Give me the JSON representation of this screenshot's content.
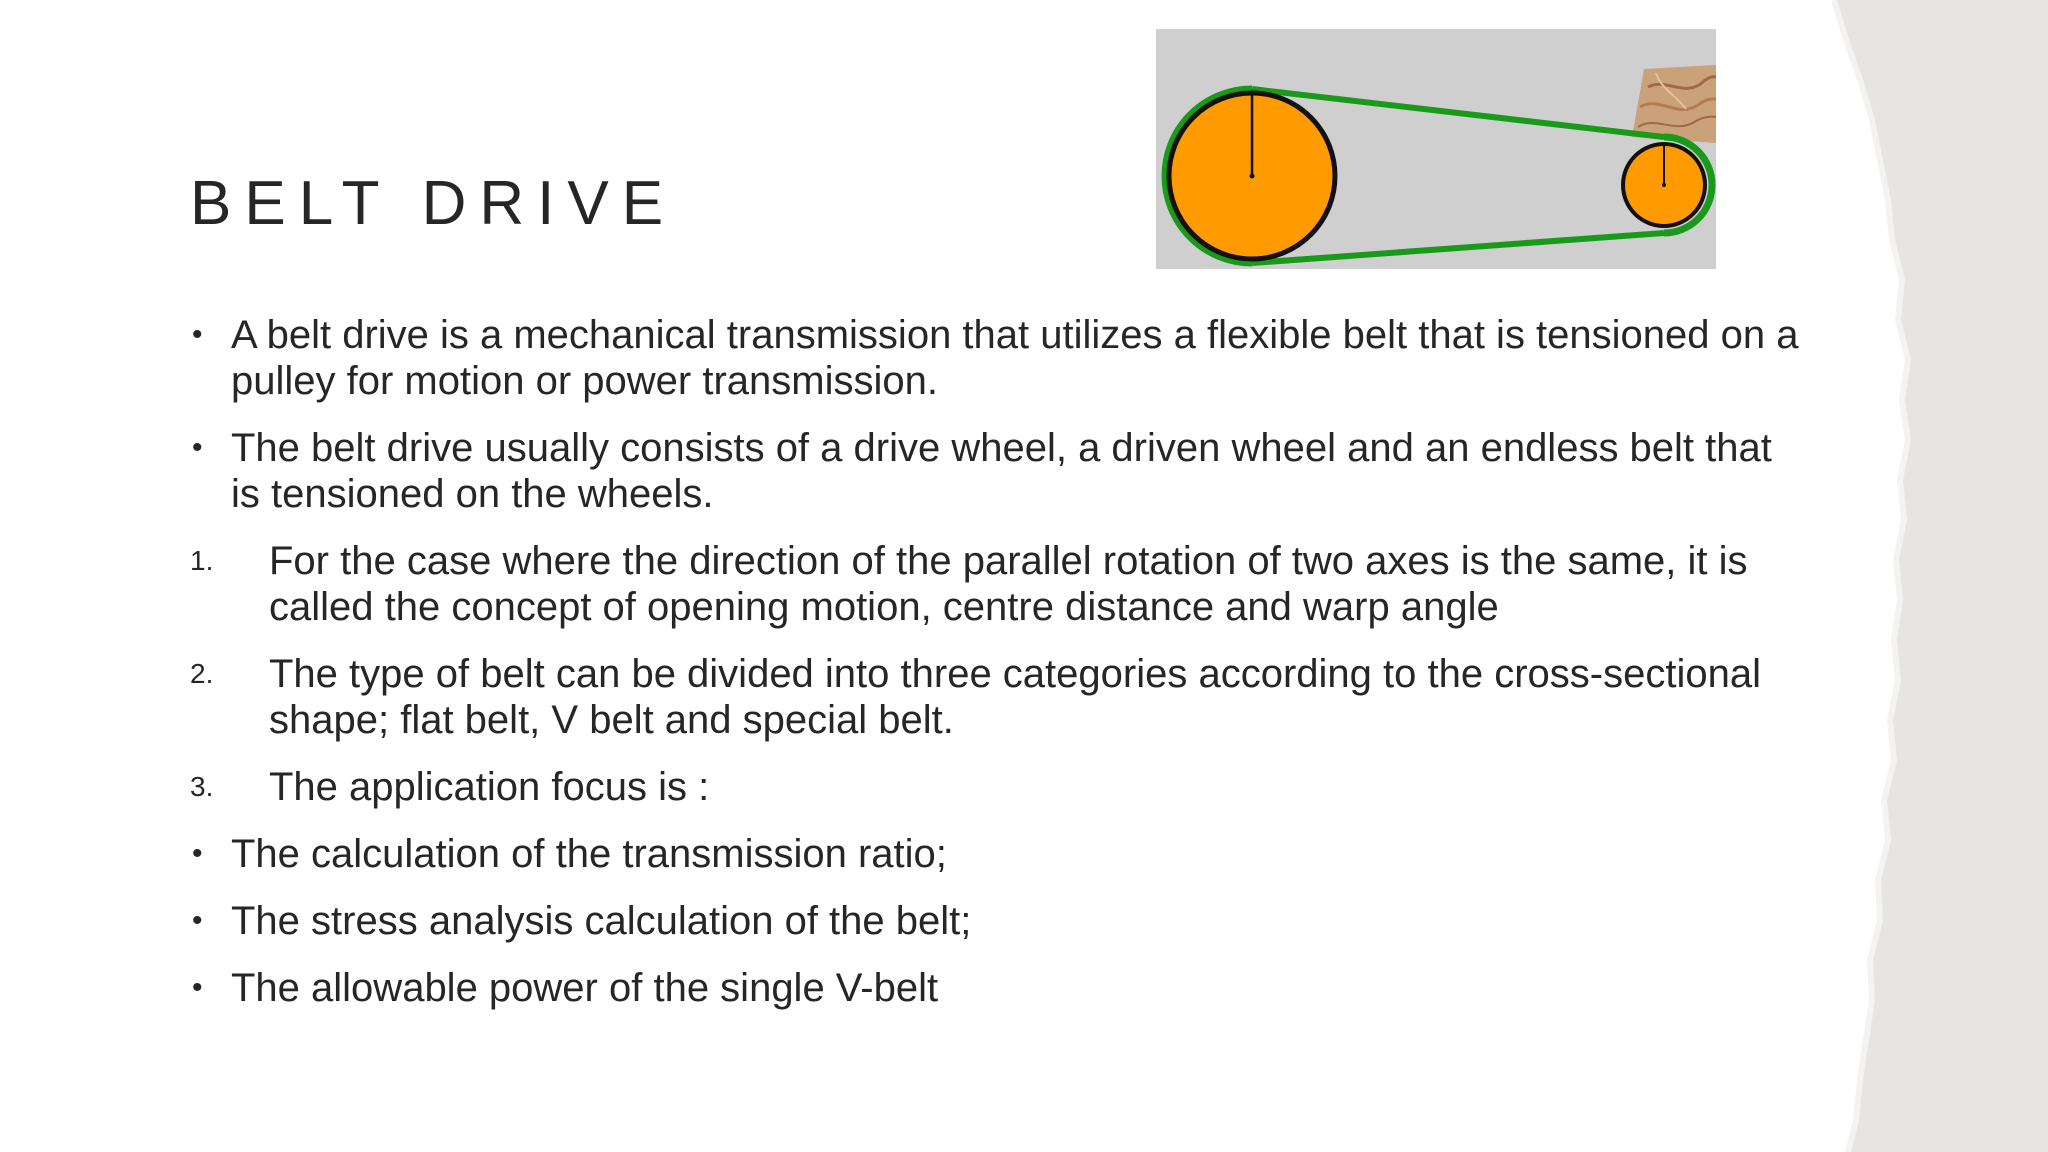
{
  "slide": {
    "title": "BELT DRIVE",
    "background_color": "#ffffff",
    "torn_edge_color": "#e6e5e3",
    "text_color": "#262626",
    "items": [
      {
        "marker": "•",
        "kind": "bullet",
        "text": "A belt drive is a mechanical transmission that utilizes a flexible belt that is tensioned on a pulley for motion or power transmission."
      },
      {
        "marker": "•",
        "kind": "bullet",
        "text": "The belt drive usually consists of a drive wheel, a driven wheel and an endless belt that is tensioned on the wheels."
      },
      {
        "marker": "1.",
        "kind": "number",
        "text": "For the case where the direction of the parallel rotation of two axes is the same, it is called the concept of opening motion, centre distance and warp angle"
      },
      {
        "marker": "2.",
        "kind": "number",
        "text": "The type of belt can be divided into three categories according to the cross-sectional shape; flat belt, V belt and special belt."
      },
      {
        "marker": "3.",
        "kind": "number",
        "text": "The application focus is :"
      },
      {
        "marker": "•",
        "kind": "bullet",
        "text": "The calculation of the transmission ratio;"
      },
      {
        "marker": "•",
        "kind": "bullet",
        "text": "The stress analysis calculation of the belt;"
      },
      {
        "marker": "•",
        "kind": "bullet",
        "text": "The allowable power of the single V-belt"
      }
    ]
  },
  "figure": {
    "background_color": "#cfcfcf",
    "pulley_color": "#ff9a00",
    "belt_color": "#1a9a1a"
  }
}
